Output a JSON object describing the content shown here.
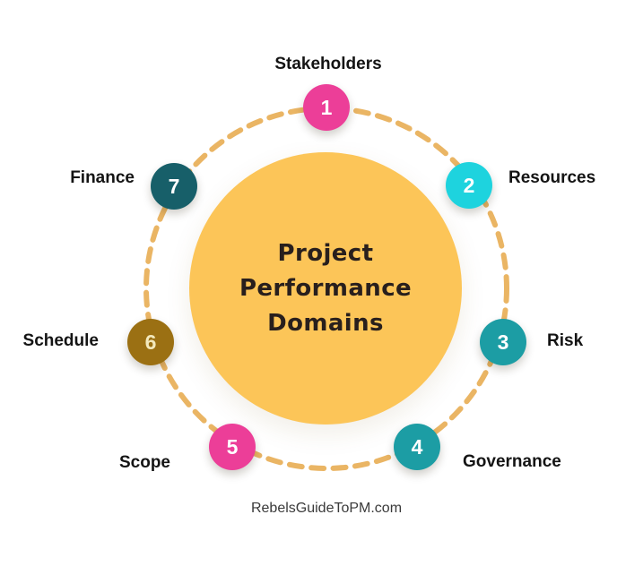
{
  "title": {
    "text": "Project Performance Domains",
    "lines": [
      "Project",
      "Performance",
      "Domains"
    ]
  },
  "footer": "RebelsGuideToPM.com",
  "colors": {
    "background": "#FFFFFF",
    "center_fill": "#FCC558",
    "ring": "#EAB564",
    "title_text": "#281F1D",
    "label_text": "#141414",
    "pink": "#EC3E98",
    "cyan": "#1ED3DE",
    "teal": "#1C9DA4",
    "dark_teal": "#175F69",
    "gold_brown": "#9B7013"
  },
  "nodes": [
    {
      "number": "1",
      "label": "Stakeholders",
      "color": "#EC3E98",
      "number_color": "#FFFFFF"
    },
    {
      "number": "2",
      "label": "Resources",
      "color": "#1ED3DE",
      "number_color": "#FFFFFF"
    },
    {
      "number": "3",
      "label": "Risk",
      "color": "#1C9DA4",
      "number_color": "#FFFFFF"
    },
    {
      "number": "4",
      "label": "Governance",
      "color": "#1C9DA4",
      "number_color": "#FFFFFF"
    },
    {
      "number": "5",
      "label": "Scope",
      "color": "#EC3E98",
      "number_color": "#FFFFFF"
    },
    {
      "number": "6",
      "label": "Schedule",
      "color": "#9B7013",
      "number_color": "#F3E9BD"
    },
    {
      "number": "7",
      "label": "Finance",
      "color": "#175F69",
      "number_color": "#FFFFFF"
    }
  ]
}
